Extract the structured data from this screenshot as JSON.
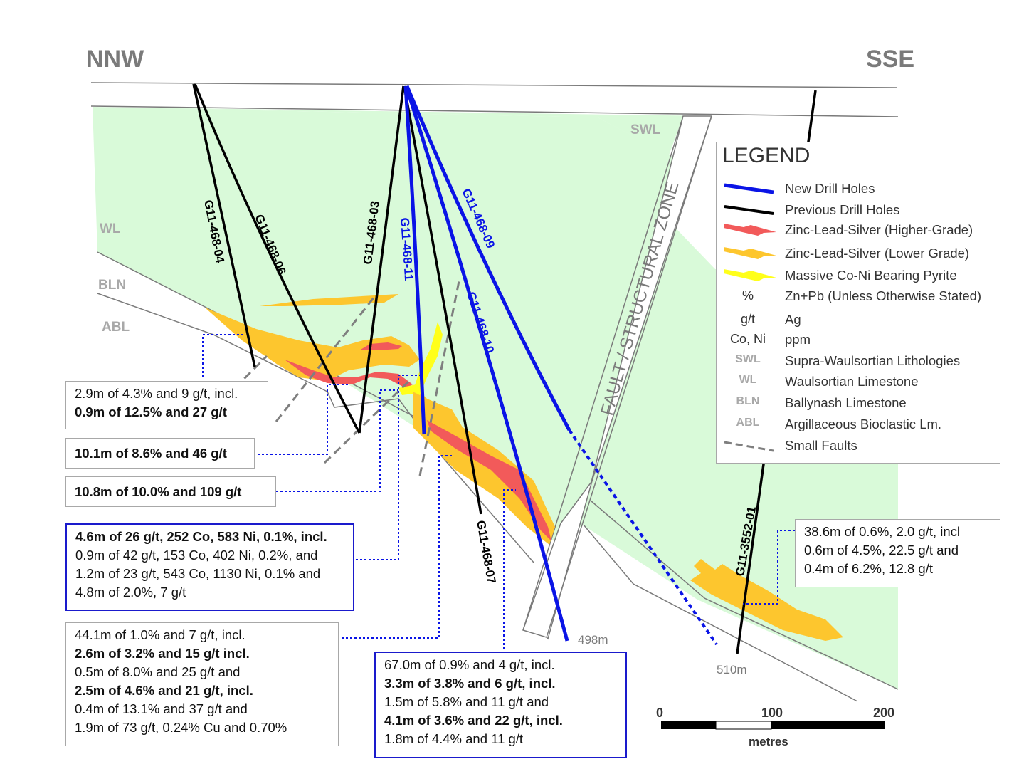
{
  "directions": {
    "left": "NNW",
    "right": "SSE"
  },
  "unit_labels": {
    "swl": "SWL",
    "wl": "WL",
    "bln": "BLN",
    "abl": "ABL"
  },
  "fault_label": "FAULT / STRUCTURAL ZONE",
  "holes": {
    "h04": "G11-468-04",
    "h06": "G11-468-06",
    "h03": "G11-468-03",
    "h11": "G11-468-11",
    "h09": "G11-468-09",
    "h10": "G11-468-10",
    "h07": "G11-468-07",
    "h3552": "G11-3552-01"
  },
  "depths": {
    "d498": "498m",
    "d510": "510m"
  },
  "legend": {
    "title": "LEGEND",
    "items": [
      {
        "label": "New Drill Holes"
      },
      {
        "label": "Previous Drill Holes"
      },
      {
        "label": "Zinc-Lead-Silver (Higher-Grade)"
      },
      {
        "label": "Zinc-Lead-Silver (Lower Grade)"
      },
      {
        "label": "Massive Co-Ni Bearing Pyrite"
      },
      {
        "symbol": "%",
        "label": "Zn+Pb (Unless Otherwise Stated)"
      },
      {
        "symbol": "g/t",
        "label": "Ag"
      },
      {
        "symbol": "Co, Ni",
        "label": "ppm"
      },
      {
        "symbol": "SWL",
        "label": "Supra-Waulsortian Lithologies"
      },
      {
        "symbol": "WL",
        "label": "Waulsortian Limestone"
      },
      {
        "symbol": "BLN",
        "label": "Ballynash Limestone"
      },
      {
        "symbol": "ABL",
        "label": "Argillaceous Bioclastic Lm."
      },
      {
        "label": "Small Faults"
      }
    ]
  },
  "intercepts": {
    "b1": [
      "2.9m of 4.3% and 9 g/t, incl.",
      "0.9m of 12.5% and 27 g/t"
    ],
    "b2": [
      "10.1m of 8.6% and 46 g/t"
    ],
    "b3": [
      "10.8m of 10.0% and 109 g/t"
    ],
    "b4": [
      "4.6m of 26 g/t, 252 Co, 583 Ni, 0.1%, incl.",
      "0.9m of 42 g/t, 153 Co, 402 Ni, 0.2%, and",
      "1.2m of 23 g/t, 543 Co, 1130 Ni, 0.1% and",
      "4.8m of 2.0%, 7 g/t"
    ],
    "b5": [
      "44.1m of 1.0% and 7 g/t, incl.",
      "2.6m of 3.2% and 15 g/t incl.",
      "0.5m of 8.0% and 25 g/t and",
      "2.5m of 4.6% and 21 g/t, incl.",
      "0.4m of 13.1% and 37 g/t and",
      "1.9m of 73 g/t, 0.24% Cu and 0.70%"
    ],
    "b6": [
      "67.0m of 0.9% and 4 g/t, incl.",
      "3.3m of 3.8% and 6 g/t, incl.",
      "1.5m of 5.8% and 11 g/t and",
      "4.1m of 3.6% and 22 g/t, incl.",
      "1.8m of 4.4% and 11 g/t"
    ],
    "b7": [
      "38.6m of 0.6%, 2.0 g/t, incl",
      "0.6m of 4.5%, 22.5 g/t and",
      "0.4m of 6.2%, 12.8 g/t"
    ]
  },
  "scale": {
    "ticks": [
      "0",
      "100",
      "200"
    ],
    "unit": "metres"
  },
  "colors": {
    "wl_fill": "#d9fad9",
    "new_hole": "#0a14e6",
    "prev_hole": "#000000",
    "high_grade": "#f25a5a",
    "low_grade": "#fdc62e",
    "pyrite": "#ffff1a",
    "fault_dash": "#7f7f7f",
    "label_grey": "#a8a8a8"
  }
}
